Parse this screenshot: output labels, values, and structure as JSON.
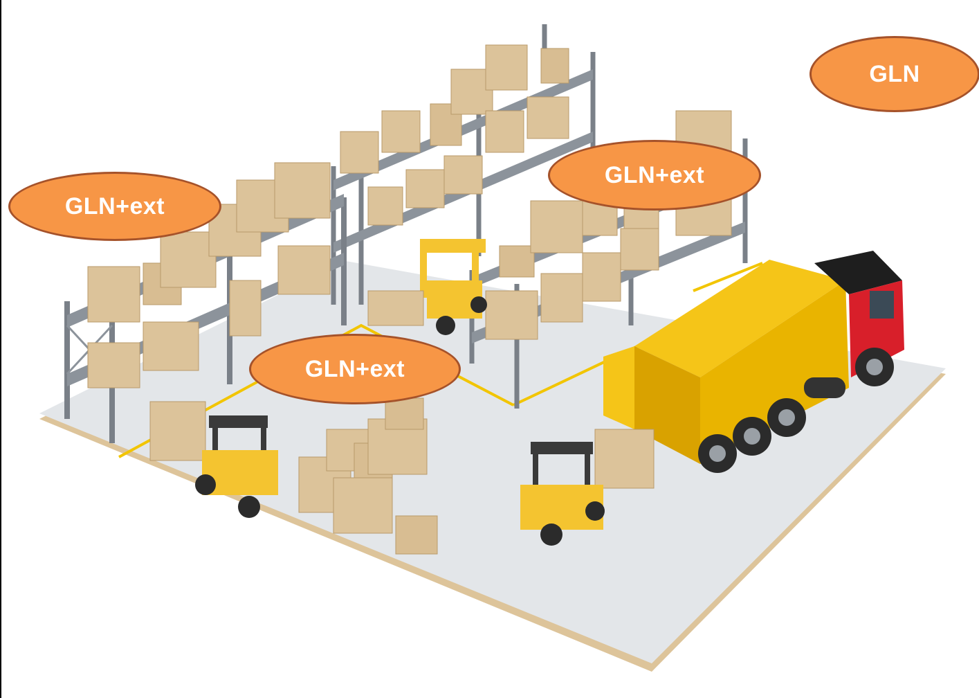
{
  "colors": {
    "label_fill": "#f79646",
    "label_border": "#a5522a",
    "label_text": "#ffffff",
    "floor": "#e2e5e8",
    "floor_edge": "#ddc49a",
    "rack": "#7a8088",
    "box": "#dcc39a",
    "forklift": "#f4c430",
    "truck_cab": "#d81f2a",
    "container": "#f5c518"
  },
  "labels": [
    {
      "id": "label-1",
      "text": "GLN+ext"
    },
    {
      "id": "label-2",
      "text": "GLN+ext"
    },
    {
      "id": "label-3",
      "text": "GLN+ext"
    },
    {
      "id": "label-4",
      "text": "GLN"
    }
  ]
}
